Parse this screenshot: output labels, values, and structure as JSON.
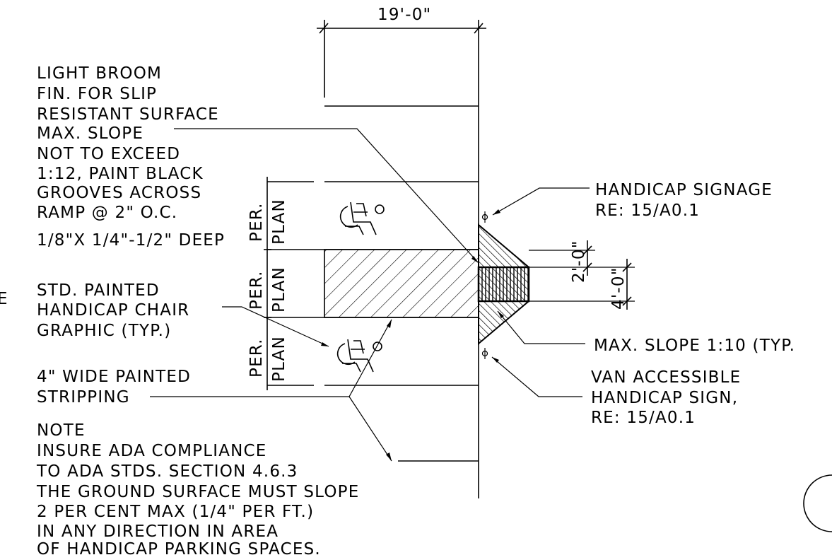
{
  "colors": {
    "ink": "#000000",
    "paper": "#ffffff"
  },
  "dimensions": {
    "top_width": "19'-0\"",
    "curb_small": "2'-0\"",
    "curb_large": "4'-0\""
  },
  "notes": {
    "broom_finish": [
      "LIGHT BROOM",
      "FIN. FOR SLIP",
      "RESISTANT SURFACE",
      "MAX. SLOPE",
      "NOT TO EXCEED",
      "1:12, PAINT BLACK",
      "GROOVES ACROSS",
      "RAMP @ 2\" O.C.",
      "1/8\"X 1/4\"-1/2\" DEEP"
    ],
    "chair_graphic": [
      "STD. PAINTED",
      "HANDICAP CHAIR",
      "GRAPHIC (TYP.)"
    ],
    "stripping": [
      "4\" WIDE PAINTED",
      "STRIPPING"
    ],
    "ada_note": [
      "NOTE",
      "INSURE ADA COMPLIANCE",
      "TO ADA STDS. SECTION 4.6.3",
      "THE GROUND SURFACE MUST SLOPE",
      "2 PER CENT MAX (1/4\" PER FT.)",
      "IN ANY DIRECTION IN AREA",
      "OF HANDICAP PARKING SPACES."
    ],
    "signage": [
      "HANDICAP SIGNAGE",
      "RE: 15/A0.1"
    ],
    "max_slope": "MAX. SLOPE 1:10 (TYP.",
    "van_sign": [
      "VAN ACCESSIBLE",
      "HANDICAP SIGN,",
      "RE: 15/A0.1"
    ],
    "edge_mark": "E"
  },
  "space_labels": {
    "per": "PER.",
    "plan": "PLAN"
  },
  "symbols": {
    "chair": "wheelchair-icon",
    "sign_post": "phi-symbol",
    "detail_bubble": "detail-bubble-icon"
  }
}
